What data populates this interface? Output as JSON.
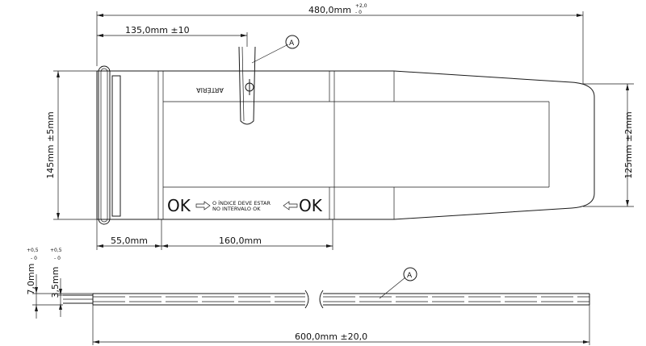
{
  "dimensions": {
    "total_length": "480,0mm",
    "total_length_tol_plus": "+2,0",
    "total_length_tol_minus": "- 0",
    "artery_offset": "135,0mm ±10",
    "width_left": "145mm ±5mm",
    "width_right": "125mm ±2mm",
    "band_offset": "55,0mm",
    "band_width": "160,0mm",
    "thickness_1": "7,0mm",
    "thickness_1_tol_plus": "+0,5",
    "thickness_1_tol_minus": "- 0",
    "thickness_2": "3,5mm",
    "thickness_2_tol_plus": "+0,5",
    "thickness_2_tol_minus": "- 0",
    "strip_length": "600,0mm ±20,0"
  },
  "labels": {
    "artery": "ARTÉRIA",
    "ok_left": "OK",
    "ok_right": "OK",
    "index_line1": "O ÍNDICE DEVE ESTAR",
    "index_line2": "NO INTERVALO OK",
    "callout_top": "A",
    "callout_bottom": "A"
  }
}
